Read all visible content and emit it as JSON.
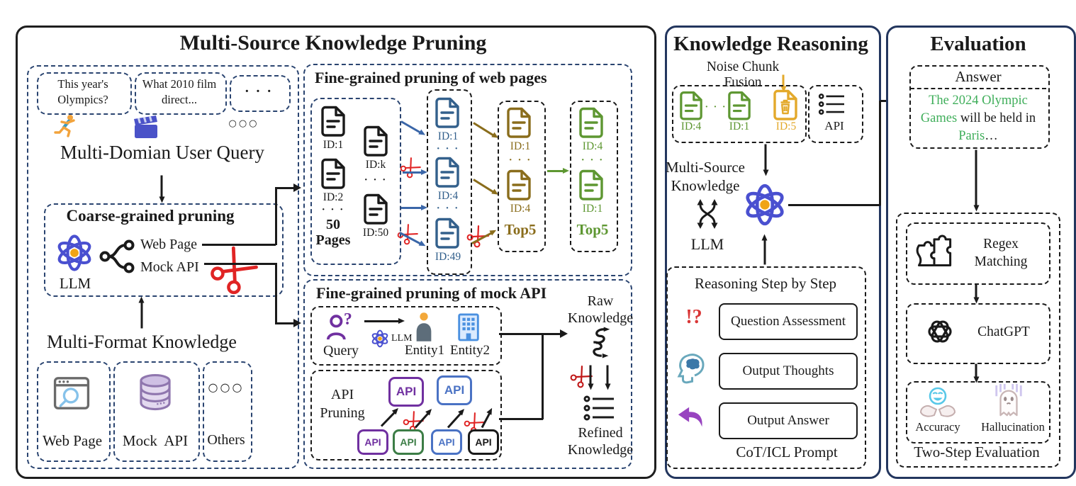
{
  "colors": {
    "navy_border": "#23365e",
    "ink": "#1a1a1a",
    "doc_blue": "#33608c",
    "doc_olive": "#8a6d1c",
    "doc_green": "#5e9732",
    "doc_yellow": "#e3a92b",
    "scissors_red": "#e02424",
    "purple": "#7030a0",
    "api_green": "#3c7d46",
    "api_blue": "#4a72c4",
    "atom_blue": "#4a50d0",
    "answer_green": "#3fae5a"
  },
  "glyphs": {
    "dots": "· · ·",
    "circles": "○○○"
  },
  "pruning": {
    "title": "Multi-Source Knowledge Pruning",
    "queries": {
      "q1": "This year's Olympics?",
      "q2": "What 2010 film direct..."
    },
    "user_query_label": "Multi-Domian User Query",
    "coarse": {
      "title": "Coarse-grained pruning",
      "llm": "LLM",
      "web": "Web Page",
      "mock": "Mock API"
    },
    "multi_format_label": "Multi-Format Knowledge",
    "sources": {
      "web": "Web Page",
      "mock": "Mock  API",
      "others": "Others"
    },
    "web": {
      "title": "Fine-grained pruning of web pages",
      "stage1": {
        "id1": "ID:1",
        "id2": "ID:2",
        "idk": "ID:k",
        "id50": "ID:50",
        "caption1": "50",
        "caption2": "Pages"
      },
      "stage2": {
        "id1": "ID:1",
        "id4": "ID:4",
        "id49": "ID:49"
      },
      "stage3": {
        "id1": "ID:1",
        "id4": "ID:4",
        "top": "Top5"
      },
      "stage4": {
        "id4": "ID:4",
        "id1": "ID:1",
        "top": "Top5"
      }
    },
    "mock": {
      "title": "Fine-grained pruning of mock API",
      "query": "Query",
      "llm": "LLM",
      "entity1": "Entity1",
      "entity2": "Entity2",
      "api_label1": "API",
      "api_label2": "Pruning",
      "chip": "API",
      "raw1": "Raw",
      "raw2": "Knowledge",
      "refined1": "Refined",
      "refined2": "Knowledge"
    }
  },
  "reasoning": {
    "title": "Knowledge Reasoning",
    "noise_label": "Noise Chunk Fusion",
    "chunks": {
      "id4": "ID:4",
      "id1": "ID:1",
      "id5": "ID:5",
      "api": "API"
    },
    "ms1": "Multi-Source",
    "ms2": "Knowledge",
    "llm": "LLM",
    "steps_title": "Reasoning Step by Step",
    "interrobang": "!?",
    "step1": "Question Assessment",
    "step2": "Output Thoughts",
    "step3": "Output Answer",
    "prompt": "CoT/ICL Prompt"
  },
  "evaluation": {
    "title": "Evaluation",
    "answer_title": "Answer",
    "answer": {
      "p1": "The 2024 Olympic Games",
      "p2": " will be held in ",
      "p3": "Paris",
      "p4": "…"
    },
    "regex": "Regex Matching",
    "chatgpt": "ChatGPT",
    "accuracy": "Accuracy",
    "hallucination": "Hallucination",
    "two_step": "Two-Step Evaluation"
  }
}
